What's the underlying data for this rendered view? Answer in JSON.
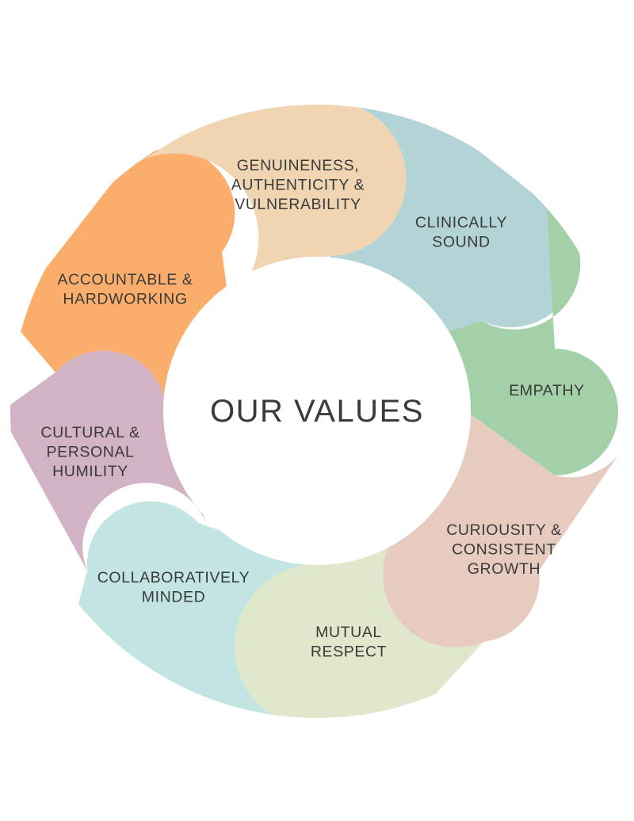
{
  "center_title": "OUR VALUES",
  "segments": [
    {
      "id": "genuineness",
      "lines": [
        "GENUINENESS,",
        "AUTHENTICITY &",
        "VULNERABILITY"
      ],
      "color": "#efd5b1"
    },
    {
      "id": "clinically-sound",
      "lines": [
        "CLINICALLY",
        "SOUND"
      ],
      "color": "#b3d4d6"
    },
    {
      "id": "empathy",
      "lines": [
        "EMPATHY"
      ],
      "color": "#a3d0a6"
    },
    {
      "id": "curiousity",
      "lines": [
        "CURIOUSITY &",
        "CONSISTENT",
        "GROWTH"
      ],
      "color": "#e8cbbf"
    },
    {
      "id": "mutual-respect",
      "lines": [
        "MUTUAL",
        "RESPECT"
      ],
      "color": "#dfe8cb"
    },
    {
      "id": "collaboratively-minded",
      "lines": [
        "COLLABORATIVELY",
        "MINDED"
      ],
      "color": "#c2e5e3"
    },
    {
      "id": "cultural-humility",
      "lines": [
        "CULTURAL &",
        "PERSONAL",
        "HUMILITY"
      ],
      "color": "#d2b2c5"
    },
    {
      "id": "accountable",
      "lines": [
        "ACCOUNTABLE &",
        "HARDWORKING"
      ],
      "color": "#fbae6c"
    }
  ]
}
